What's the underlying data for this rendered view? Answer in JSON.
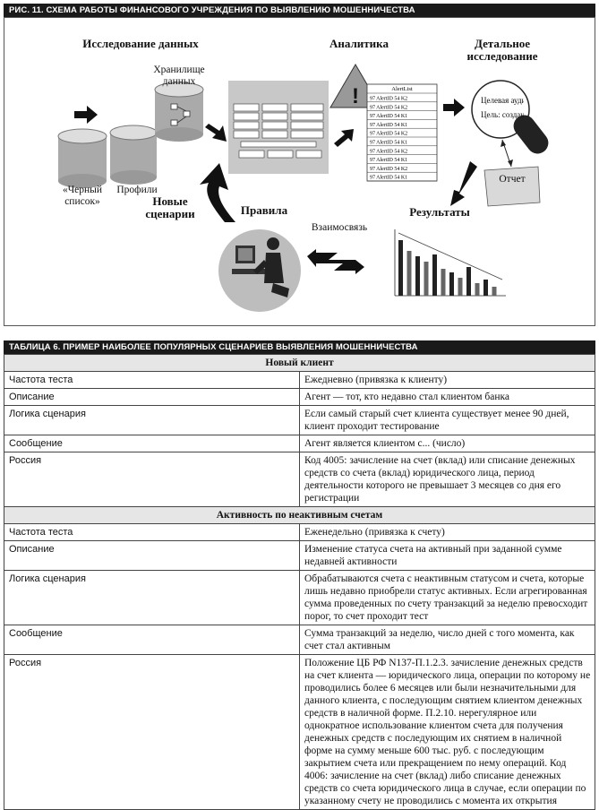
{
  "figure": {
    "caption": "РИС. 11. СХЕМА РАБОТЫ ФИНАНСОВОГО УЧРЕЖДЕНИЯ ПО ВЫЯВЛЕНИЮ МОШЕННИЧЕСТВА",
    "research": "Исследование данных",
    "storage": "Хранилище данных",
    "blacklist": "«Черный список»",
    "profiles": "Профили",
    "new_scenarios": "Новые сценарии",
    "rules": "Правила",
    "analytics": "Аналитика",
    "detailed": "Детальное исследование",
    "target": "Целевая аудитория",
    "goal": "Цель: создание",
    "report": "Отчет",
    "results": "Результаты",
    "relation": "Взаимосвязь",
    "alert_title": "AlertList",
    "alert_items": [
      "97 AlertID 54 K2",
      "97 AlertID 54 K2",
      "97 AlertID 54 K1",
      "97 AlertID 54 K1",
      "97 AlertID 54 K2",
      "97 AlertID 54 K1",
      "97 AlertID 54 K2",
      "97 AlertID 54 K1",
      "97 AlertID 54 K2",
      "97 AlertID 54 K1"
    ]
  },
  "table": {
    "caption": "ТАБЛИЦА 6. ПРИМЕР НАИБОЛЕЕ ПОПУЛЯРНЫХ СЦЕНАРИЕВ ВЫЯВЛЕНИЯ МОШЕННИЧЕСТВА",
    "sections": [
      {
        "title": "Новый клиент",
        "rows": [
          {
            "key": "Частота теста",
            "value": "Ежедневно (привязка к клиенту)"
          },
          {
            "key": "Описание",
            "value": "Агент — тот, кто недавно стал клиентом банка"
          },
          {
            "key": "Логика сценария",
            "value": "Если самый старый счет клиента существует менее 90 дней, клиент проходит тестирование"
          },
          {
            "key": "Сообщение",
            "value": "Агент является клиентом с... (число)"
          },
          {
            "key": "Россия",
            "value": "Код 4005: зачисление на счет (вклад) или списание денежных средств со счета (вклад) юридического лица, период деятельности которого не превышает 3 месяцев со дня его регистрации"
          }
        ]
      },
      {
        "title": "Активность по неактивным счетам",
        "rows": [
          {
            "key": "Частота теста",
            "value": "Еженедельно (привязка к счету)"
          },
          {
            "key": "Описание",
            "value": "Изменение статуса счета на активный при заданной сумме недавней активности"
          },
          {
            "key": "Логика сценария",
            "value": "Обрабатываются счета с неактивным статусом и счета, которые лишь недавно приобрели статус активных. Если агрегированная сумма проведенных по счету транзакций за неделю превосходит порог, то счет проходит тест"
          },
          {
            "key": "Сообщение",
            "value": "Сумма транзакций за неделю, число дней с того момента, как счет стал активным"
          },
          {
            "key": "Россия",
            "value": "Положение ЦБ РФ N137-П.1.2.3. зачисление денежных средств на счет клиента — юридического лица, операции по которому не проводились более 6 месяцев или были незначительными для данного клиента, с последующим снятием клиентом денежных средств в наличной форме. П.2.10. нерегулярное или однократное использование клиентом счета для получения денежных средств с последующим их снятием в наличной форме на сумму меньше 600 тыс. руб. с последующим закрытием счета или прекращением по нему операций. Код 4006: зачисление на счет (вклад) либо списание денежных средств со счета юридического лица в случае, если операции по указанному счету не проводились с момента их открытия"
          }
        ]
      }
    ]
  }
}
